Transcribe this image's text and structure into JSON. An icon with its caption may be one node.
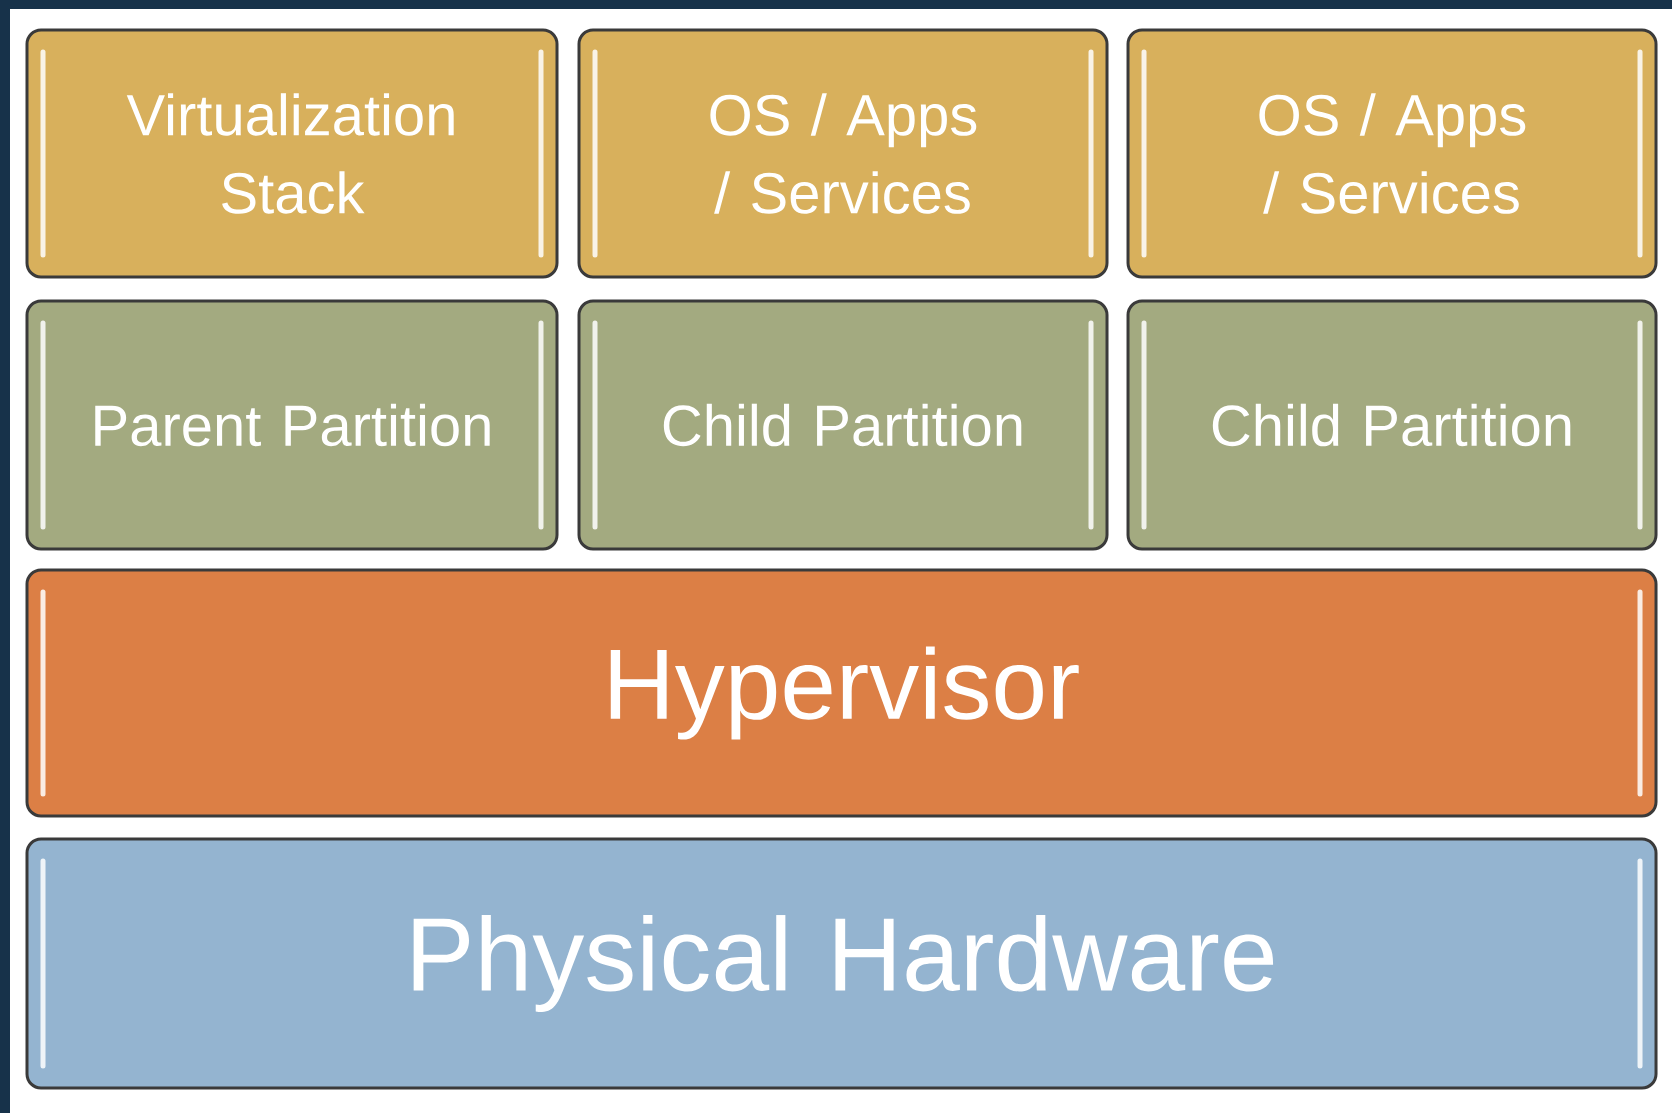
{
  "diagram": {
    "nodes": [
      {
        "text": [
          "Virtualization Stack"
        ]
      },
      {
        "text": [
          "OS / Apps / Services"
        ]
      },
      {
        "text": [
          "OS / Apps / Services"
        ]
      },
      {
        "text": [
          "Parent Partition"
        ]
      },
      {
        "text": [
          "Child Partition"
        ]
      },
      {
        "text": [
          "Child Partition"
        ]
      },
      {
        "text": [
          "Hypervisor"
        ]
      },
      {
        "text": [
          "Physical Hardware"
        ]
      }
    ]
  }
}
